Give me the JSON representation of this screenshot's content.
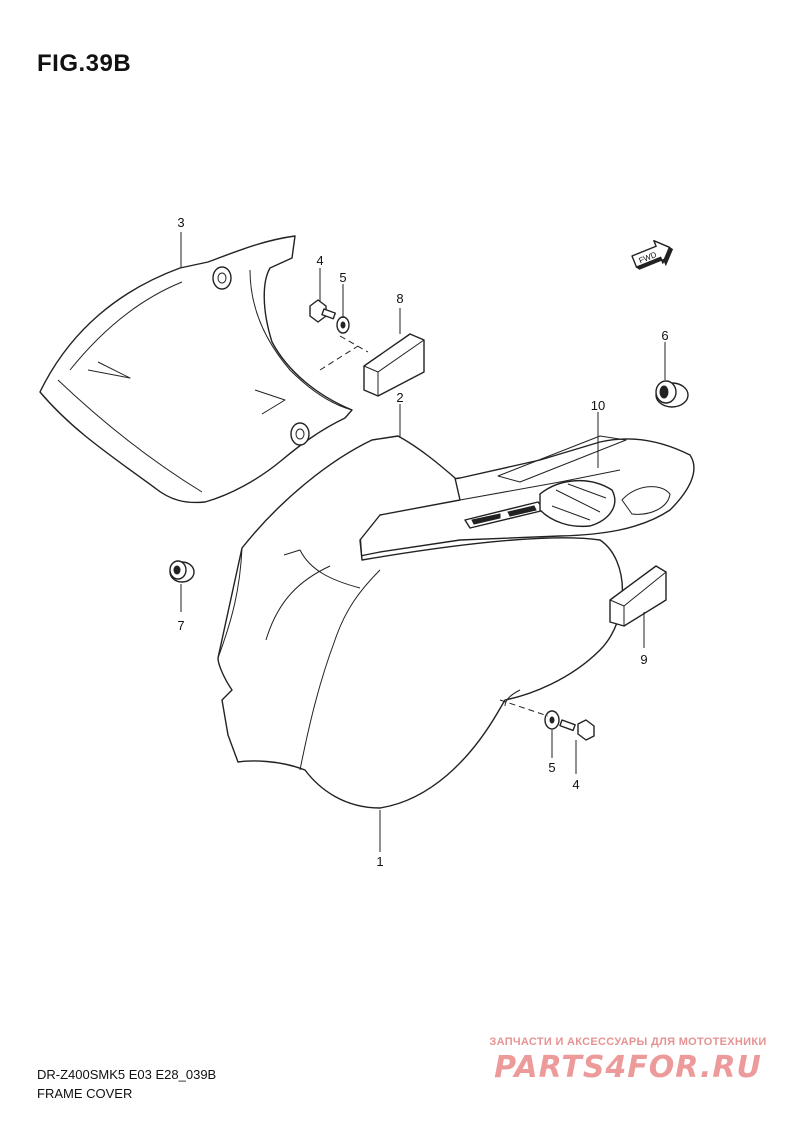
{
  "figure": {
    "title": "FIG.39B",
    "model_code": "DR-Z400SMK5 E03 E28_039B",
    "section_name": "FRAME COVER"
  },
  "fwd_badge": {
    "label": "FWD"
  },
  "callouts": [
    {
      "id": "c3",
      "label": "3"
    },
    {
      "id": "c4a",
      "label": "4"
    },
    {
      "id": "c5a",
      "label": "5"
    },
    {
      "id": "c8",
      "label": "8"
    },
    {
      "id": "c2",
      "label": "2"
    },
    {
      "id": "c10",
      "label": "10"
    },
    {
      "id": "c6",
      "label": "6"
    },
    {
      "id": "c7",
      "label": "7"
    },
    {
      "id": "c9",
      "label": "9"
    },
    {
      "id": "c5b",
      "label": "5"
    },
    {
      "id": "c4b",
      "label": "4"
    },
    {
      "id": "c1",
      "label": "1"
    }
  ],
  "watermark": {
    "tagline": "ЗАПЧАСТИ И АКСЕССУАРЫ ДЛЯ МОТОТЕХНИКИ",
    "brand": "PARTS4FOR.RU"
  }
}
